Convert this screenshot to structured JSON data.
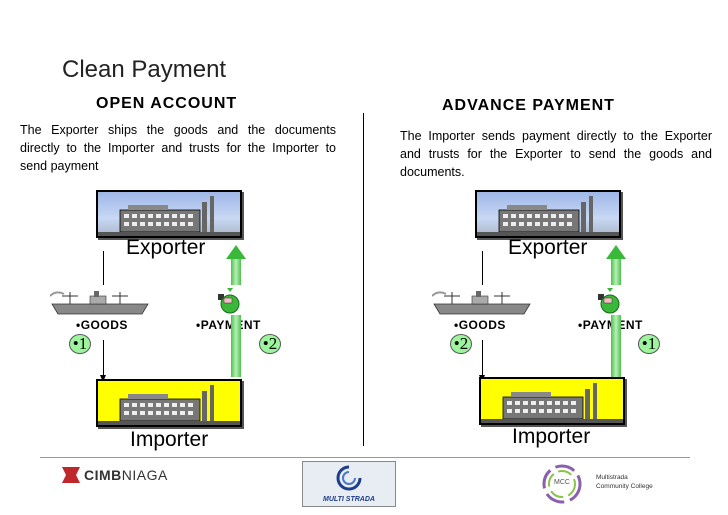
{
  "slide": {
    "title": "Clean Payment"
  },
  "open_account": {
    "title": "OPEN ACCOUNT",
    "description": "The Exporter ships the goods and the documents directly to the Importer and trusts for the Importer to send payment",
    "exporter_label": "Exporter",
    "importer_label": "Importer",
    "goods_label": "•GOODS",
    "payment_label": "•PAYMENT",
    "goods_step": "•1",
    "payment_step": "•2"
  },
  "advance_payment": {
    "title": "ADVANCE PAYMENT",
    "description": "The Importer sends payment directly to the Exporter and trusts for the Exporter to send the goods and documents.",
    "exporter_label": "Exporter",
    "importer_label": "Importer",
    "goods_label": "•GOODS",
    "payment_label": "•PAYMENT",
    "goods_step": "•2",
    "payment_step": "•1"
  },
  "footer": {
    "bank_logo_a": "CIMB",
    "bank_logo_b": "NIAGA",
    "school_logo": "MULTI STRADA",
    "college_initials": "MCC",
    "college_name_1": "Multistrada",
    "college_name_2": "Community College"
  },
  "colors": {
    "building_importer": "#ffff00",
    "step_badge": "#9cf59c",
    "payment_arrow": "#39b839",
    "cimb_red": "#c0272d"
  },
  "icons": [
    "factory-icon",
    "cargo-ship-icon",
    "money-bag-icon",
    "cimb-logo-icon",
    "multi-strada-logo-icon",
    "mcc-logo-icon"
  ]
}
